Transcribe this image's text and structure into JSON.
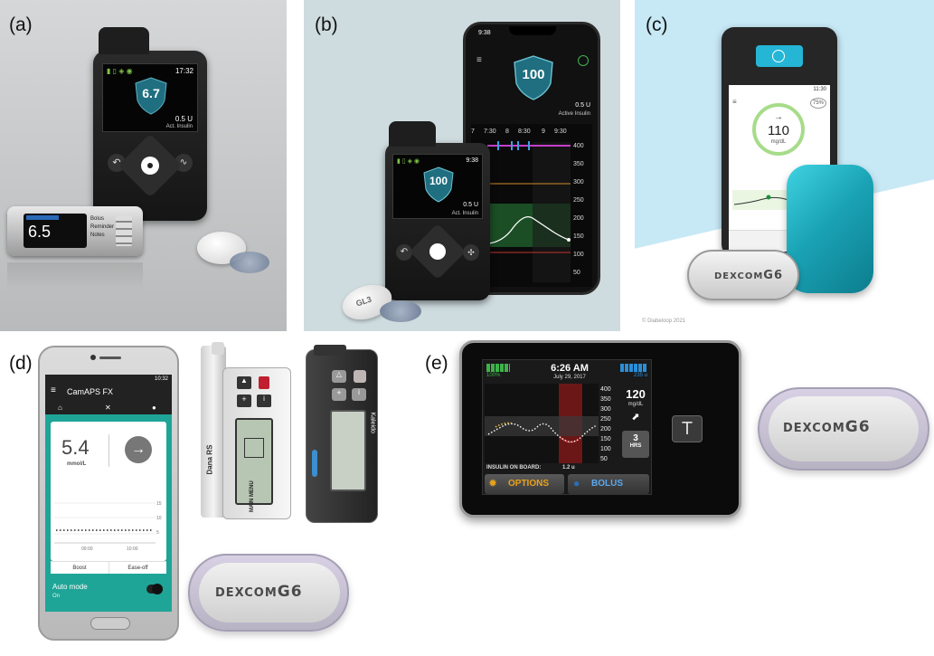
{
  "figure": {
    "panels": [
      {
        "id": "a",
        "label": "(a)"
      },
      {
        "id": "b",
        "label": "(b)"
      },
      {
        "id": "c",
        "label": "(c)"
      },
      {
        "id": "d",
        "label": "(d)"
      },
      {
        "id": "e",
        "label": "(e)"
      }
    ]
  },
  "panel_a": {
    "pump_time": "17:32",
    "pump_glucose": "6.7",
    "pump_insulin": "0.5 U",
    "pump_insulin_label": "Act. Insulin",
    "meter_glucose": "6.5",
    "meter_menu": [
      "Bolus",
      "Reminder",
      "Notes"
    ],
    "colors": {
      "background": "#c9cacb",
      "shield": "#1f6f80"
    }
  },
  "panel_b": {
    "phone_time": "9:38",
    "phone_glucose": "100",
    "phone_insulin": "0.5 U",
    "phone_insulin_label": "Active Insulin",
    "chart_times": [
      "7",
      "7:30",
      "8",
      "8:30",
      "9",
      "9:30"
    ],
    "chart_levels": [
      "400",
      "350",
      "300",
      "250",
      "200",
      "150",
      "100",
      "50"
    ],
    "pump_time": "9:38",
    "pump_glucose": "100",
    "pump_insulin": "0.5 U",
    "pump_insulin_label": "Act. Insulin",
    "sensor_text": "GL3",
    "colors": {
      "background": "#cfdcdf",
      "shield": "#1f6f80"
    }
  },
  "panel_c": {
    "phone_time": "11:30",
    "glucose_value": "110",
    "glucose_unit": "mg/dL",
    "battery": "75%",
    "sensor_brand": "DEXCOM",
    "sensor_model": "G6",
    "copyright": "© Diabeloop 2021",
    "colors": {
      "background": "#c7e8f5",
      "pod": "#1aa3b5"
    }
  },
  "panel_d": {
    "phone_time": "10:32",
    "app_name": "CamAPS FX",
    "glucose_value": "5.4",
    "glucose_unit": "mmol/L",
    "chart_ticks": [
      "15",
      "10",
      "5"
    ],
    "chart_times": [
      "09:00",
      "10:00"
    ],
    "buttons": [
      "Boost",
      "Ease-off"
    ],
    "auto_mode_label": "Auto mode",
    "auto_mode_state": "On",
    "pump1_brand": "Dana",
    "pump1_model": "RS",
    "pump1_menu": "MAIN MENU",
    "pump2_brand": "Kaleido",
    "sensor_brand": "DEXCOM",
    "sensor_model": "G6",
    "colors": {
      "app_teal": "#1fa597"
    }
  },
  "panel_e": {
    "time": "6:26 AM",
    "date": "July 29, 2017",
    "battery": "100%",
    "insulin_units": "235 u",
    "levels": [
      "400",
      "350",
      "300",
      "250",
      "200",
      "150",
      "100",
      "50"
    ],
    "glucose_value": "120",
    "glucose_unit": "mg/dL",
    "hours_value": "3",
    "hours_label": "HRS",
    "iob_label": "INSULIN ON BOARD:",
    "iob_value": "1.2 u",
    "options_button": "OPTIONS",
    "bolus_button": "BOLUS",
    "sensor_brand": "DEXCOM",
    "sensor_model": "G6",
    "colors": {
      "screen": "#1a1a1a",
      "bolus": "#2a6fb5"
    }
  }
}
